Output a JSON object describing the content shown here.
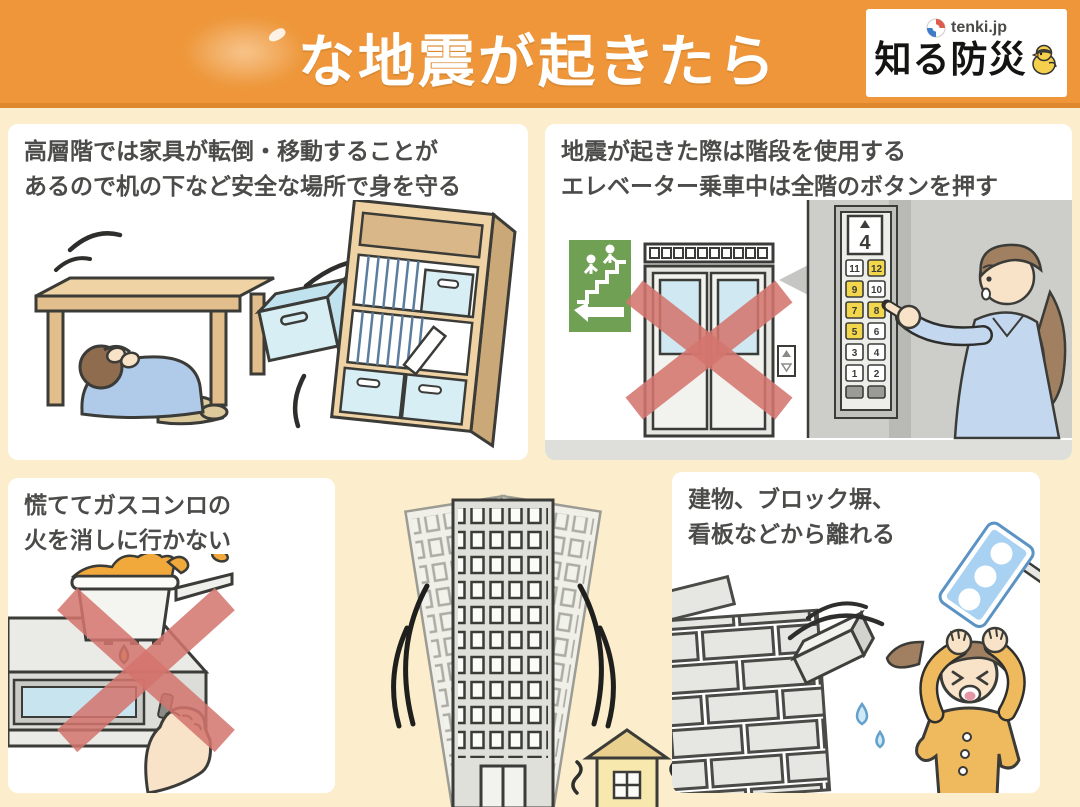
{
  "header": {
    "title": "な地震が起きたら",
    "brand": {
      "site": "tenki.jp",
      "series": "知る防災"
    }
  },
  "panels": {
    "desk": {
      "line1": "高層階では家具が転倒・移動することが",
      "line2": "あるので机の下など安全な場所で身を守る"
    },
    "elevator": {
      "line1": "地震が起きた際は階段を使用する",
      "line2": "エレベーター乗車中は全階のボタンを押す",
      "floor_display": "4",
      "buttons": [
        "11",
        "12",
        "9",
        "10",
        "7",
        "8",
        "5",
        "6",
        "3",
        "4",
        "1",
        "2"
      ]
    },
    "stove": {
      "line1": "慌ててガスコンロの",
      "line2": "火を消しに行かない"
    },
    "wall": {
      "line1": "建物、ブロック塀、",
      "line2": "看板などから離れる"
    }
  },
  "colors": {
    "header_bg": "#EE9639",
    "page_bg": "#FCEECC",
    "panel_bg": "#FFFFFF",
    "prohibition_red": "#D4756E",
    "exit_sign_green": "#6FA054",
    "caption_text": "#4B4B49",
    "wood": "#EFD3A4",
    "pressed_button_yellow": "#F2D64B"
  }
}
